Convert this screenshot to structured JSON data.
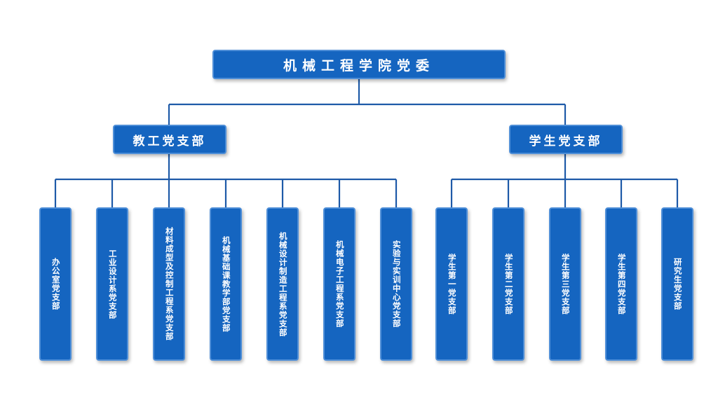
{
  "root": {
    "label": "机械工程学院党委"
  },
  "branches": [
    {
      "label": "教工党支部",
      "children": [
        "办公室党支部",
        "工业设计系党支部",
        "材料成型及控制工程系党支部",
        "机械基础课教学部党支部",
        "机械设计制造工程系党支部",
        "机械电子工程系党支部",
        "实验与实训中心党支部"
      ]
    },
    {
      "label": "学生党支部",
      "children": [
        "学生第一党支部",
        "学生第二党支部",
        "学生第三党支部",
        "学生第四党支部",
        "研究生党支部"
      ]
    }
  ],
  "colors": {
    "node_fill": "#1565c0",
    "node_border": "#4f8fd8",
    "connector": "#1e5aa8",
    "text": "#ffffff"
  }
}
